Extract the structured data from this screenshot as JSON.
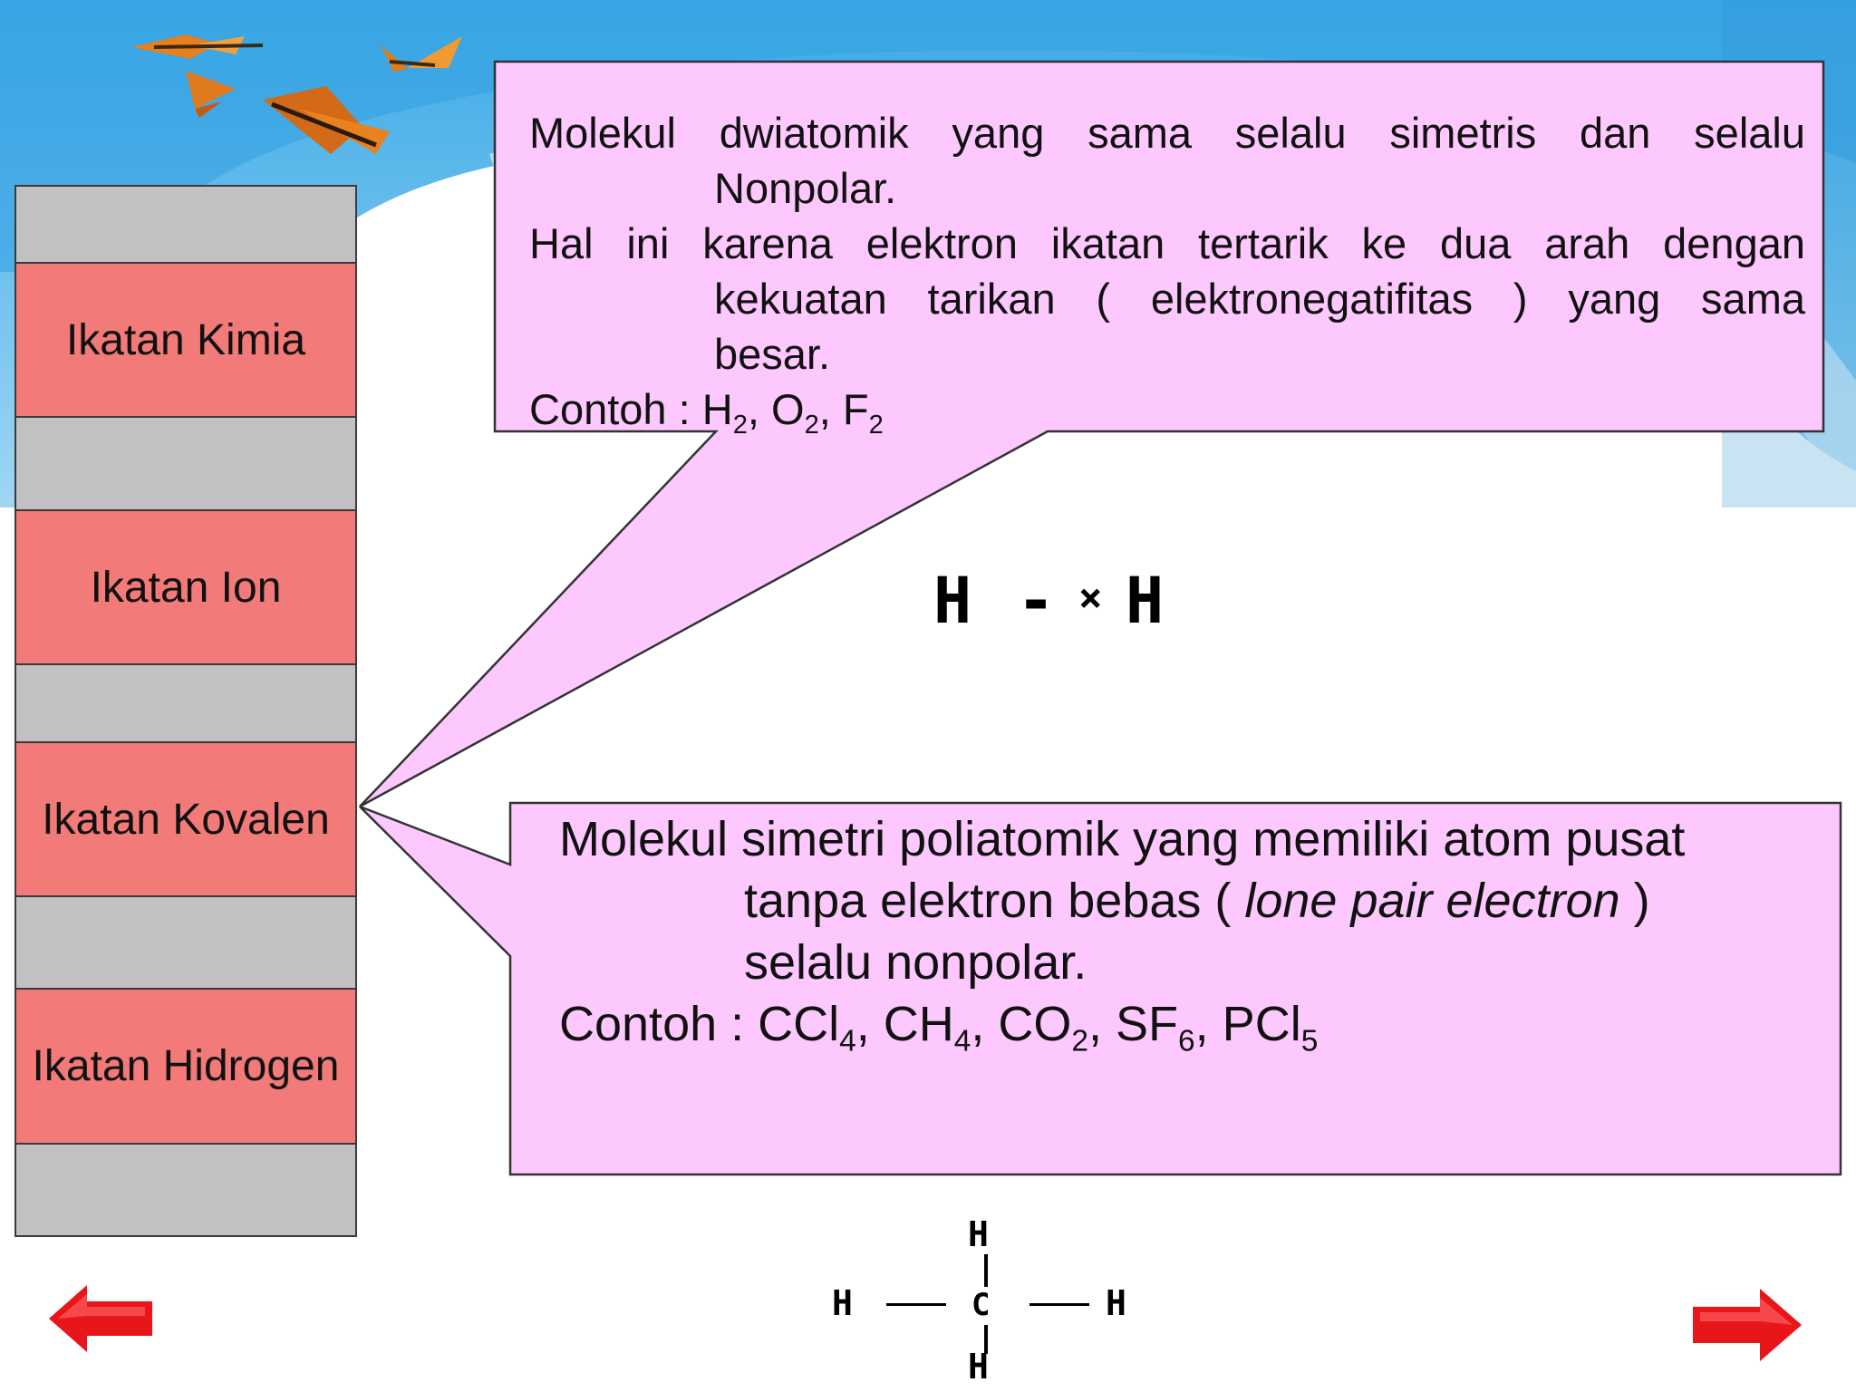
{
  "sidebar": {
    "items": [
      {
        "label": ""
      },
      {
        "label": "Ikatan Kimia"
      },
      {
        "label": ""
      },
      {
        "label": "Ikatan Ion"
      },
      {
        "label": ""
      },
      {
        "label": "Ikatan Kovalen"
      },
      {
        "label": ""
      },
      {
        "label": "Ikatan Hidrogen"
      },
      {
        "label": ""
      }
    ]
  },
  "box1": {
    "line1": "Molekul dwiatomik yang sama selalu simetris dan selalu",
    "line2": "Nonpolar.",
    "line3": "Hal ini karena elektron ikatan tertarik ke dua arah dengan",
    "line4": "kekuatan tarikan ( elektronegatifitas ) yang sama",
    "line5": "besar.",
    "ex_prefix": "Contoh : H",
    "ex_s1": "2",
    "ex_m1": ", O",
    "ex_s2": "2",
    "ex_m2": ", F",
    "ex_s3": "2"
  },
  "h2_structure": {
    "left": "H",
    "bond": "-",
    "dot": "×",
    "right": "H"
  },
  "box2": {
    "line1": "Molekul simetri poliatomik yang memiliki atom pusat",
    "line2a": "tanpa elektron bebas ( ",
    "line2_italic": "lone pair electron",
    "line2b": " )",
    "line3": "selalu nonpolar.",
    "ex_prefix": "Contoh : CCl",
    "s1": "4",
    "m1": ", CH",
    "s2": "4",
    "m2": ", CO",
    "s3": "2",
    "m3": ", SF",
    "s4": "6",
    "m4": ", PCl",
    "s5": "5"
  },
  "ch4_structure": {
    "top": "H",
    "left": "H",
    "center": "C",
    "right": "H",
    "bottom": "H"
  },
  "colors": {
    "sidebar_red": "#f27a78",
    "sidebar_gray": "#c2c0c2",
    "callout_pink": "#fdc8fd",
    "nav_arrow_red": "#e8161a"
  }
}
